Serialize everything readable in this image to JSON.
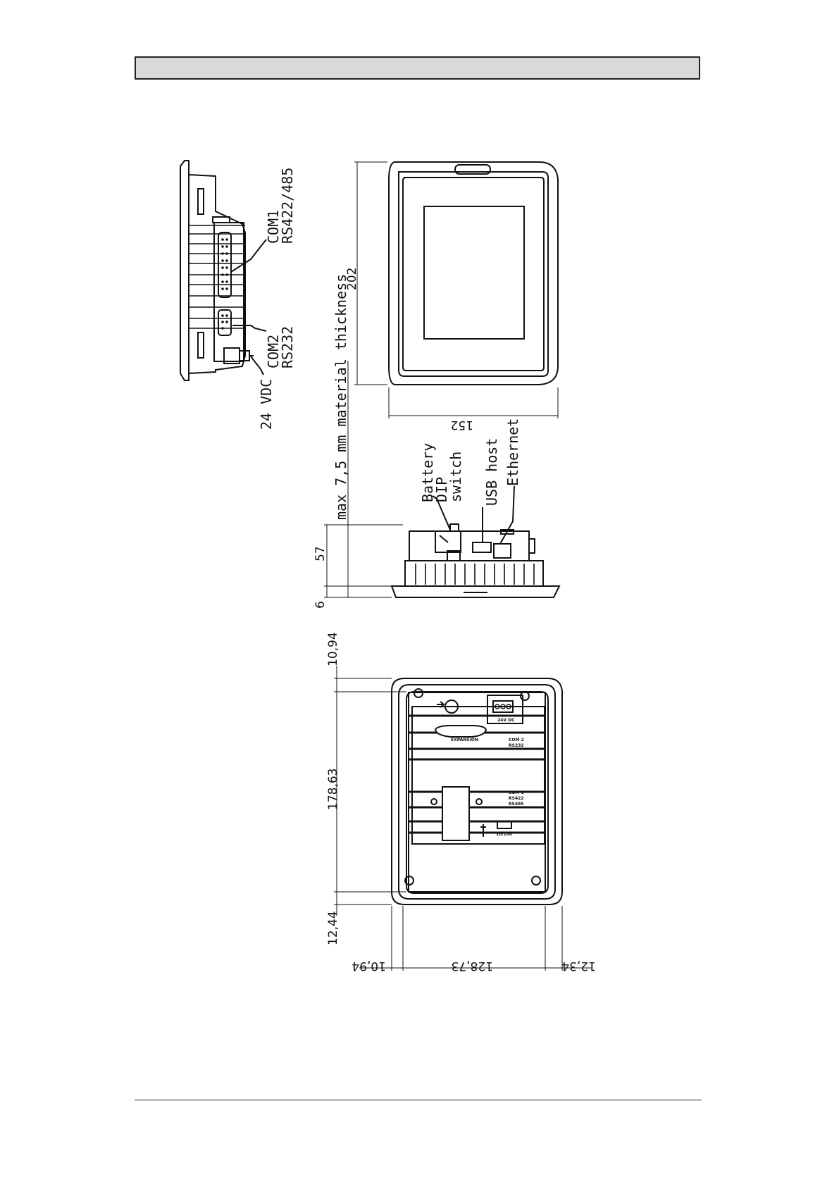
{
  "side_view": {
    "com1": "COM1",
    "com1_standard": "RS422/485",
    "com2": "COM2",
    "com2_standard": "RS232",
    "power": "24 VDC"
  },
  "front_view": {
    "height": "202",
    "width": "152"
  },
  "thickness_note": "max 7,5  mm material thickness",
  "top_view": {
    "battery": "Battery",
    "dip": "DIP",
    "switch": "switch",
    "usb": "USB host",
    "ethernet": "Ethernet",
    "depth": "57",
    "bezel": "6"
  },
  "rear_view": {
    "top_margin": "10,94",
    "inner_height": "178,63",
    "bottom_margin": "12,44",
    "left_margin": "10,94",
    "inner_width": "128,73",
    "right_margin": "12,34",
    "label_power": "24V  DC",
    "label_expansion": "EXPANSION",
    "label_com2": "COM 2",
    "label_rs232": "RS232",
    "label_com1": "COM 1",
    "label_rs422": "RS422",
    "label_rs485": "RS485",
    "label_lan": "10/100"
  }
}
